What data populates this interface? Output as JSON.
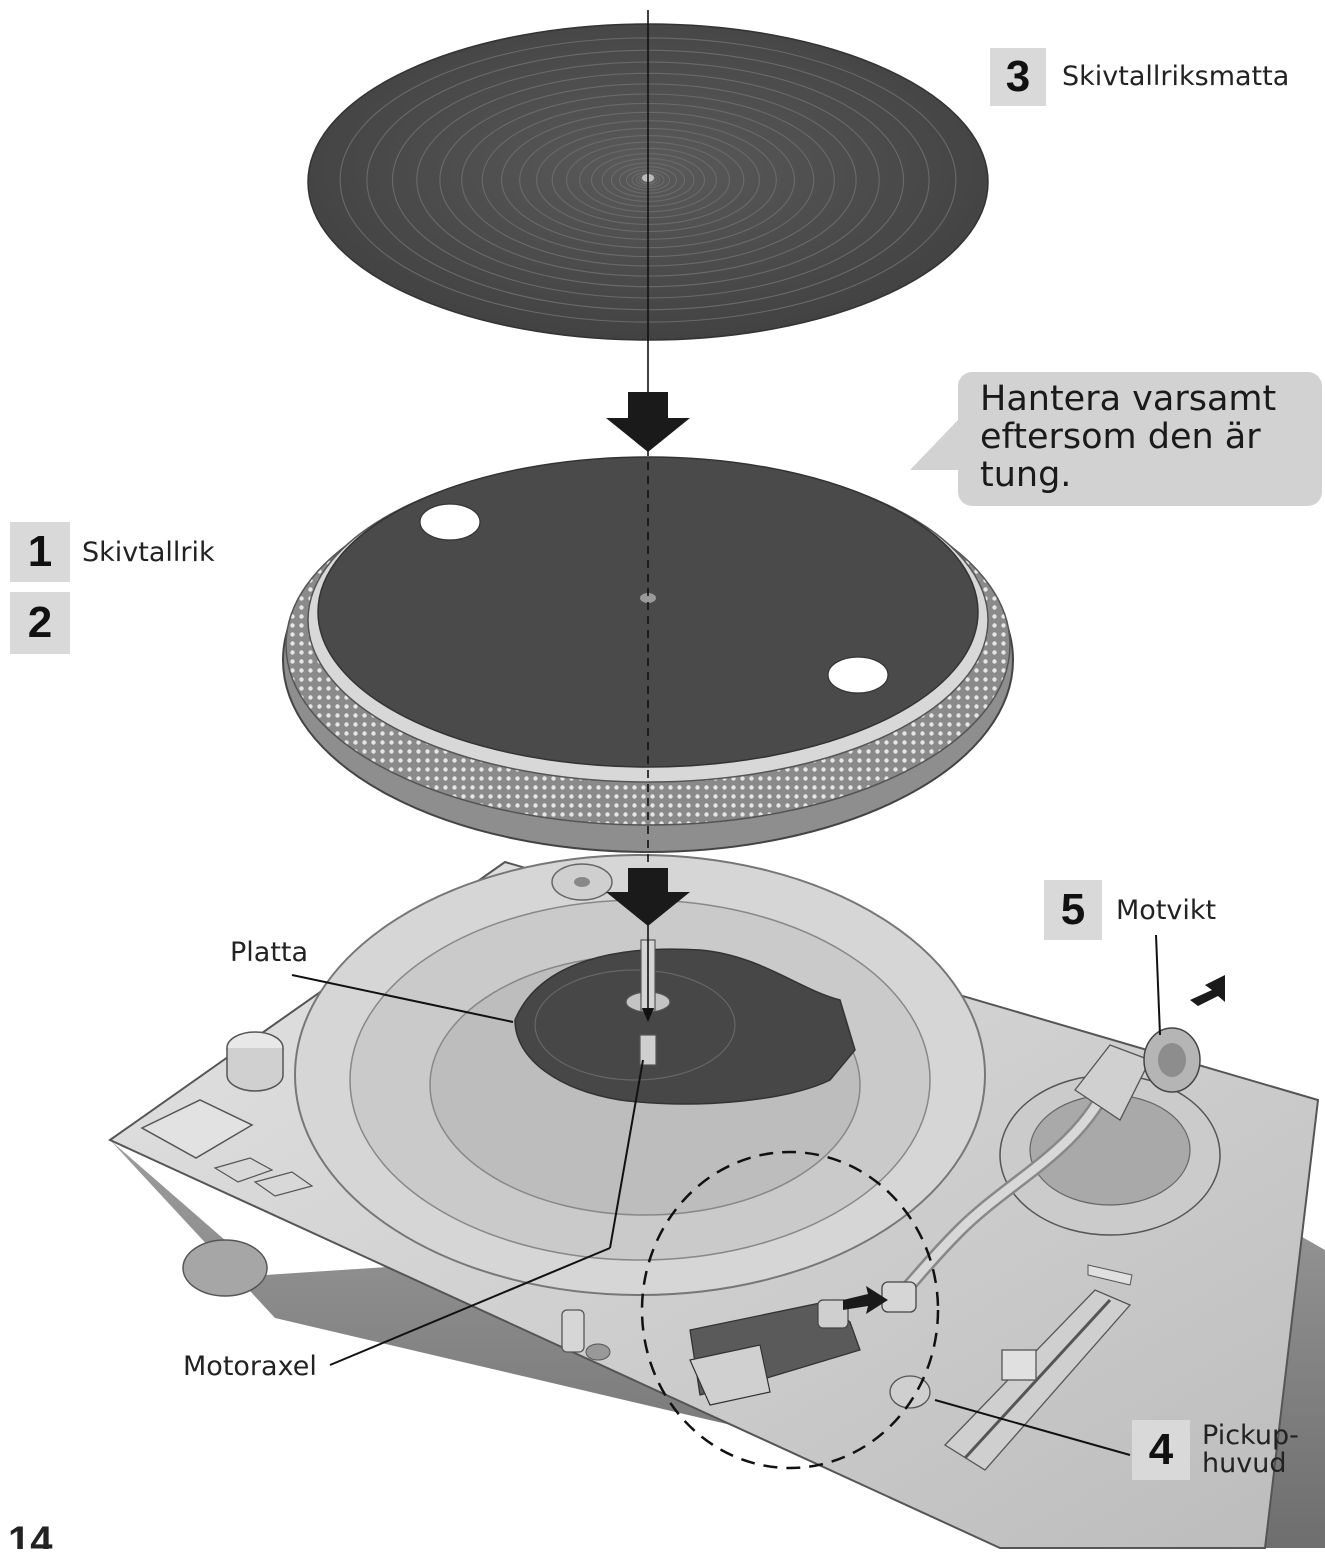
{
  "labels": {
    "mat": {
      "num": "3",
      "text": "Skivtallriksmatta"
    },
    "platter": {
      "num": "1",
      "text": "Skivtallrik"
    },
    "step2": {
      "num": "2"
    },
    "counterweight": {
      "num": "5",
      "text": "Motvikt"
    },
    "headshell": {
      "num": "4",
      "line1": "Pickup-",
      "line2": "huvud"
    },
    "plate": "Platta",
    "motor_shaft": "Motoraxel"
  },
  "caution": {
    "line1": "Hantera varsamt",
    "line2": "eftersom den är",
    "line3": "tung."
  },
  "page_number": "14",
  "colors": {
    "dark_mat": "#4a4a4a",
    "badge_bg": "#d9d9d9",
    "bubble_bg": "#d2d2d2",
    "silver": "#c8c8c8"
  }
}
